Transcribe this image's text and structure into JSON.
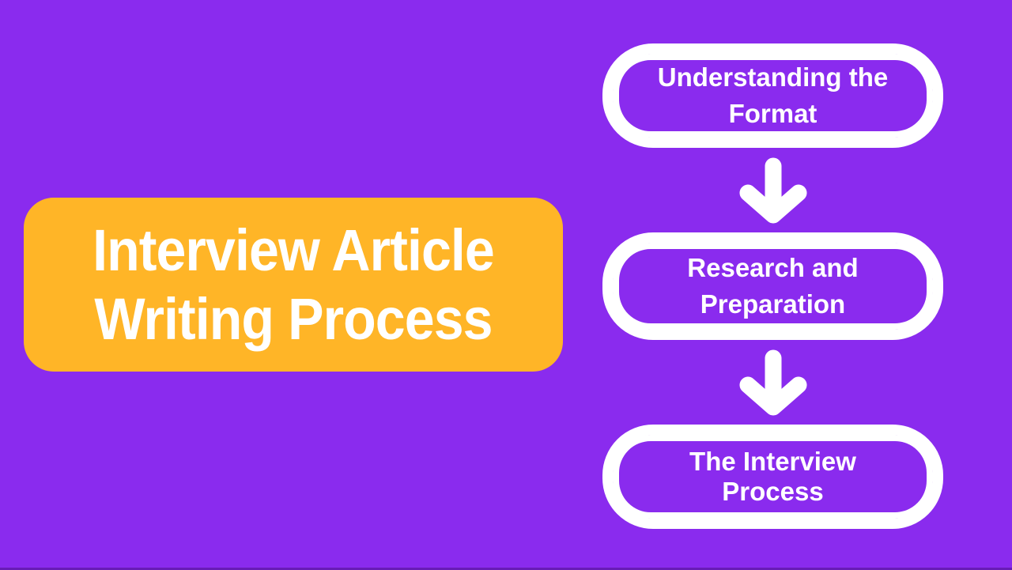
{
  "colors": {
    "background": "#8A2BEE",
    "card": "#FFB527",
    "text": "#FFFFFF"
  },
  "title_card": {
    "line1": "Interview Article",
    "line2": "Writing Process"
  },
  "flow": {
    "connector": "arrow-down-icon",
    "steps": [
      {
        "line1": "Understanding the",
        "line2": "Format"
      },
      {
        "line1": "Research and",
        "line2": "Preparation"
      },
      {
        "line1": "The Interview",
        "line2": "Process"
      }
    ]
  }
}
